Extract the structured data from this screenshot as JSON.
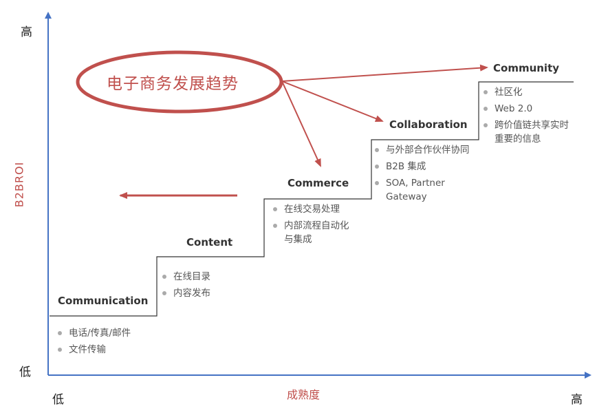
{
  "title": "电子商务发展趋势",
  "y_axis": {
    "label": "B2BROI",
    "high": "高",
    "low": "低"
  },
  "x_axis": {
    "label": "成熟度",
    "high": "高",
    "low": "低"
  },
  "stages": [
    {
      "title": "Communication",
      "items": [
        "电话/传真/邮件",
        "文件传输"
      ]
    },
    {
      "title": "Content",
      "items": [
        "在线目录",
        "内容发布"
      ]
    },
    {
      "title": "Commerce",
      "items": [
        "在线交易处理",
        "内部流程自动化\n与集成"
      ]
    },
    {
      "title": "Collaboration",
      "items": [
        "与外部合作伙伴协同",
        "B2B 集成",
        "SOA, Partner\nGateway"
      ]
    },
    {
      "title": "Community",
      "items": [
        "社区化",
        "Web 2.0",
        "跨价值链共享实时\n重要的信息"
      ]
    }
  ],
  "colors": {
    "axis": "#4472c4",
    "accent": "#c0504d",
    "steps": "#333333"
  }
}
